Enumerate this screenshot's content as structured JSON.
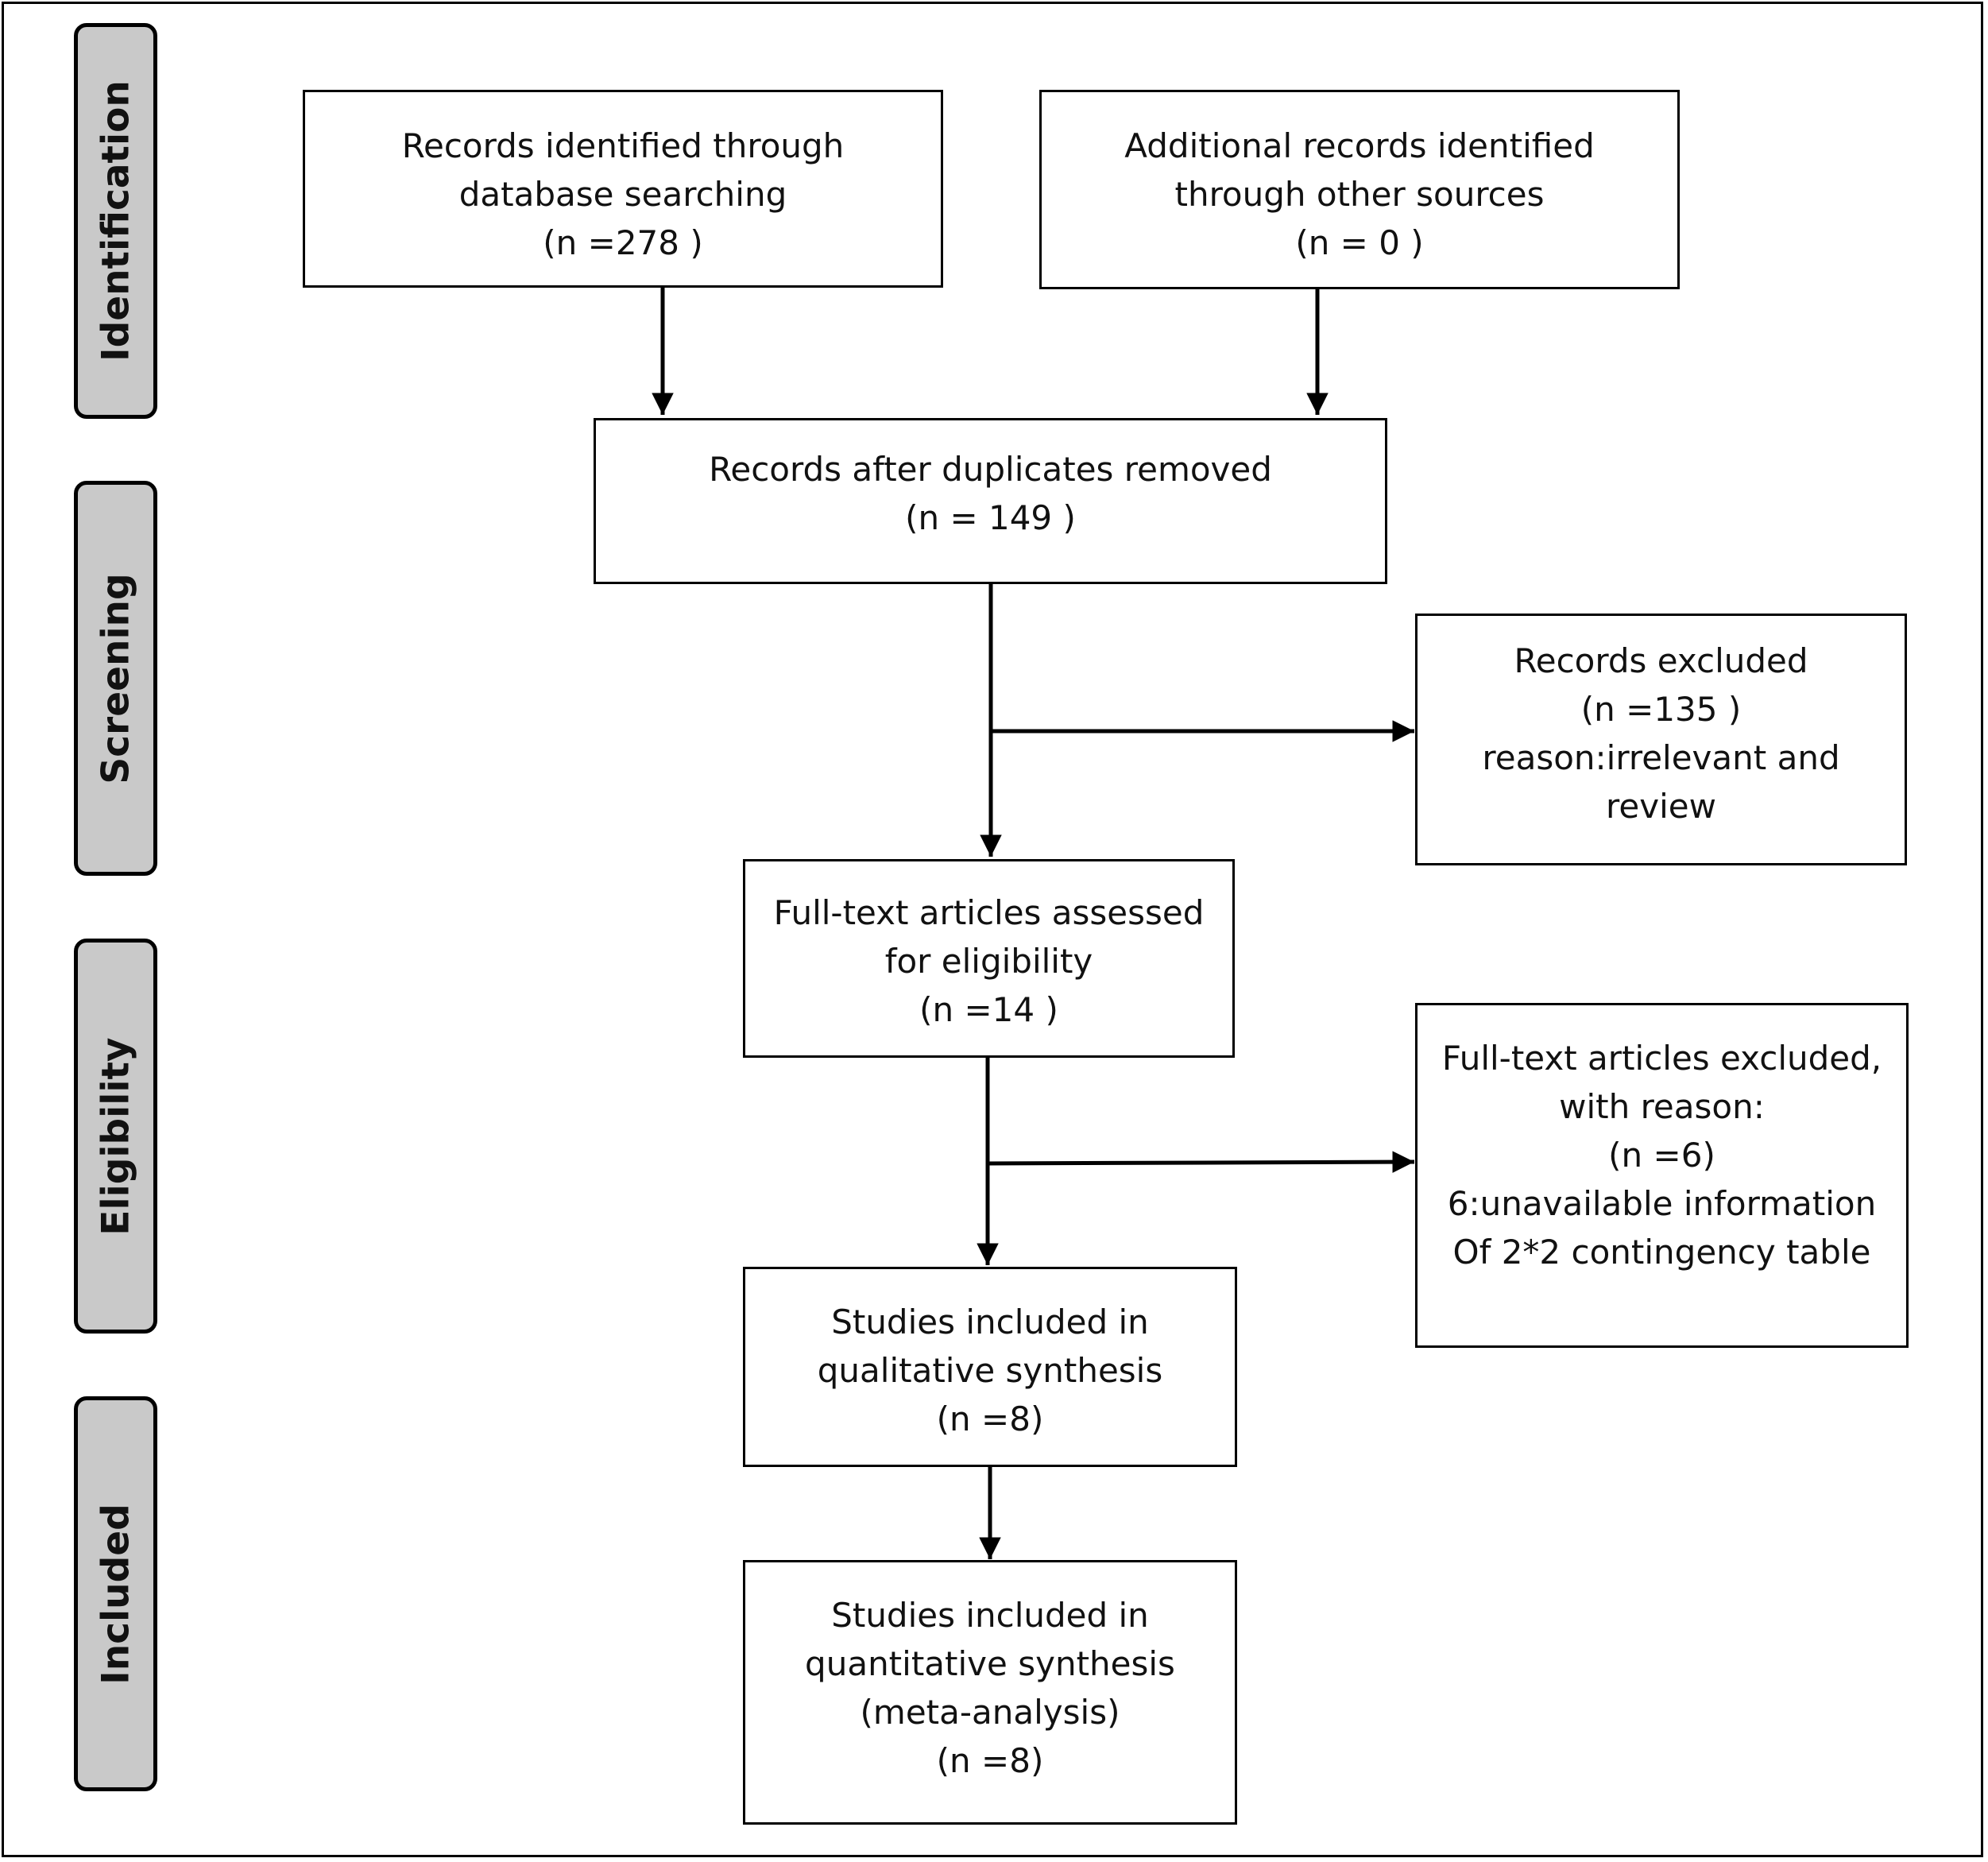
{
  "phases": {
    "identification": "Identification",
    "screening": "Screening",
    "eligibility": "Eligibility",
    "included": "Included"
  },
  "boxes": {
    "records_identified": {
      "line1": "Records identified through",
      "line2": "database searching",
      "count": "(n =278 )"
    },
    "additional_records": {
      "line1": "Additional records identified",
      "line2": "through other sources",
      "count": "(n = 0 )"
    },
    "after_duplicates": {
      "line1": "Records after duplicates removed",
      "count": "(n = 149 )"
    },
    "records_excluded": {
      "line1": "Records excluded",
      "count": "(n =135 )",
      "line2": "reason:irrelevant and",
      "line3": "review"
    },
    "fulltext_assessed": {
      "line1": "Full-text articles assessed",
      "line2": "for eligibility",
      "count": "(n =14 )"
    },
    "fulltext_excluded": {
      "line1": "Full-text articles excluded,",
      "line2": "with reason:",
      "count": "(n =6)",
      "line3": "6:unavailable information",
      "line4": "Of  2*2 contingency table"
    },
    "qualitative": {
      "line1": "Studies included in",
      "line2": "qualitative synthesis",
      "count": "(n =8)"
    },
    "quantitative": {
      "line1": "Studies included in",
      "line2": "quantitative synthesis",
      "line3": "(meta-analysis)",
      "count": "(n =8)"
    }
  }
}
